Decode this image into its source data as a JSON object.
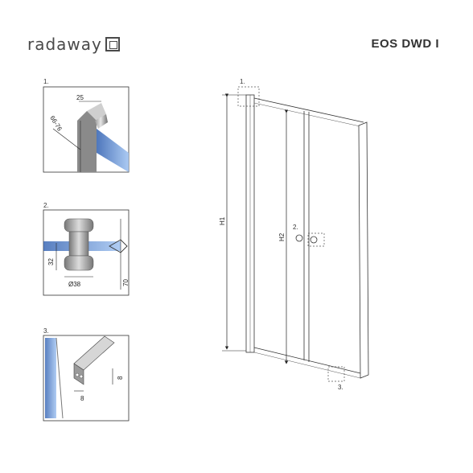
{
  "brand": {
    "logo_text": "radaway"
  },
  "product": {
    "title": "EOS DWD I"
  },
  "details": [
    {
      "number": "1.",
      "dims": [
        "25",
        "66-76"
      ]
    },
    {
      "number": "2.",
      "dims": [
        "32",
        "Ø38",
        "70"
      ]
    },
    {
      "number": "3.",
      "dims": [
        "8",
        "8"
      ]
    }
  ],
  "main_drawing": {
    "callouts": [
      "1.",
      "2.",
      "3."
    ],
    "dims": {
      "h1": "H1",
      "h2": "H2"
    }
  },
  "colors": {
    "glass": "#5a8fd6",
    "frame": "#555555",
    "line": "#222222"
  }
}
